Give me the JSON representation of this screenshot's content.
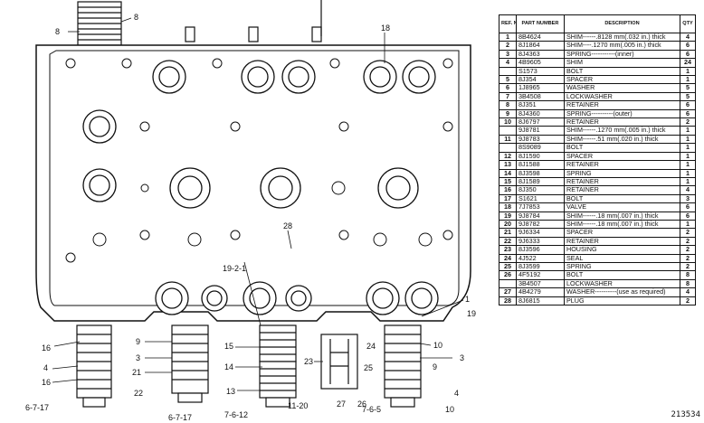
{
  "diagram": {
    "callouts": {
      "c8a": "8",
      "c8b": "8",
      "c18": "18",
      "c28": "28",
      "c19_2_1": "19-2-1",
      "c1": "1",
      "c19": "19",
      "c16a": "16",
      "c4a": "4",
      "c16b": "16",
      "c6_7_17a": "6-7-17",
      "c9a": "9",
      "c3a": "3",
      "c21": "21",
      "c22": "22",
      "c6_7_17b": "6-7-17",
      "c15": "15",
      "c14": "14",
      "c13": "13",
      "c7_6_12": "7-6-12",
      "c11_20": "11-20",
      "c23": "23",
      "c24": "24",
      "c25": "25",
      "c27": "27",
      "c26": "26",
      "c10a": "10",
      "c9b": "9",
      "c3b": "3",
      "c4b": "4",
      "c7_6_5": "7-6-5",
      "c10b": "10"
    }
  },
  "table": {
    "headers": {
      "ref": "REF. NO.",
      "part": "PART NUMBER",
      "desc": "DESCRIPTION",
      "qty": "QTY"
    },
    "rows": [
      {
        "ref": "1",
        "part": "8B4624",
        "desc": "SHIM------.8128 mm(.032 in.) thick",
        "qty": "4"
      },
      {
        "ref": "2",
        "part": "8J1864",
        "desc": "SHIM----.1270 mm(.005 in.) thick",
        "qty": "6"
      },
      {
        "ref": "3",
        "part": "8J4363",
        "desc": "SPRING-----------(inner)",
        "qty": "6"
      },
      {
        "ref": "4",
        "part": "4B9605",
        "desc": "SHIM",
        "qty": "24"
      },
      {
        "ref": "",
        "part": "S1573",
        "desc": "BOLT",
        "qty": "1"
      },
      {
        "ref": "5",
        "part": "8J354",
        "desc": "SPACER",
        "qty": "1"
      },
      {
        "ref": "6",
        "part": "1J8965",
        "desc": "WASHER",
        "qty": "5"
      },
      {
        "ref": "7",
        "part": "3B4508",
        "desc": "LOCKWASHER",
        "qty": "5"
      },
      {
        "ref": "8",
        "part": "8J351",
        "desc": "RETAINER",
        "qty": "6"
      },
      {
        "ref": "9",
        "part": "8J4360",
        "desc": "SPRING----------(outer)",
        "qty": "6"
      },
      {
        "ref": "10",
        "part": "8J6797",
        "desc": "RETAINER",
        "qty": "2"
      },
      {
        "ref": "",
        "part": "9J8781",
        "desc": "SHIM------.1270 mm(.005 in.) thick",
        "qty": "1"
      },
      {
        "ref": "11",
        "part": "9J8783",
        "desc": "SHIM------.51 mm(.020 in.) thick",
        "qty": "1"
      },
      {
        "ref": "",
        "part": "8S9089",
        "desc": "BOLT",
        "qty": "1"
      },
      {
        "ref": "12",
        "part": "8J1590",
        "desc": "SPACER",
        "qty": "1"
      },
      {
        "ref": "13",
        "part": "8J1588",
        "desc": "RETAINER",
        "qty": "1"
      },
      {
        "ref": "14",
        "part": "8J3598",
        "desc": "SPRING",
        "qty": "1"
      },
      {
        "ref": "15",
        "part": "8J1589",
        "desc": "RETAINER",
        "qty": "1"
      },
      {
        "ref": "16",
        "part": "8J350",
        "desc": "RETAINER",
        "qty": "4"
      },
      {
        "ref": "17",
        "part": "S1621",
        "desc": "BOLT",
        "qty": "3"
      },
      {
        "ref": "18",
        "part": "7J7853",
        "desc": "VALVE",
        "qty": "6"
      },
      {
        "ref": "19",
        "part": "9J8784",
        "desc": "SHIM------.18 mm(.007 in.) thick",
        "qty": "6"
      },
      {
        "ref": "20",
        "part": "9J8782",
        "desc": "SHIM------.18 mm(.007 in.) thick",
        "qty": "1"
      },
      {
        "ref": "21",
        "part": "9J6334",
        "desc": "SPACER",
        "qty": "2"
      },
      {
        "ref": "22",
        "part": "9J6333",
        "desc": "RETAINER",
        "qty": "2"
      },
      {
        "ref": "23",
        "part": "8J3596",
        "desc": "HOUSING",
        "qty": "2"
      },
      {
        "ref": "24",
        "part": "4J522",
        "desc": "SEAL",
        "qty": "2"
      },
      {
        "ref": "25",
        "part": "8J3599",
        "desc": "SPRING",
        "qty": "2"
      },
      {
        "ref": "26",
        "part": "4F5192",
        "desc": "BOLT",
        "qty": "8"
      },
      {
        "ref": "",
        "part": "3B4507",
        "desc": "LOCKWASHER",
        "qty": "8"
      },
      {
        "ref": "27",
        "part": "4B4279",
        "desc": "WASHER----------(use as required)",
        "qty": "4"
      },
      {
        "ref": "28",
        "part": "8J6815",
        "desc": "PLUG",
        "qty": "2"
      }
    ]
  },
  "footer": {
    "code": "213534"
  }
}
